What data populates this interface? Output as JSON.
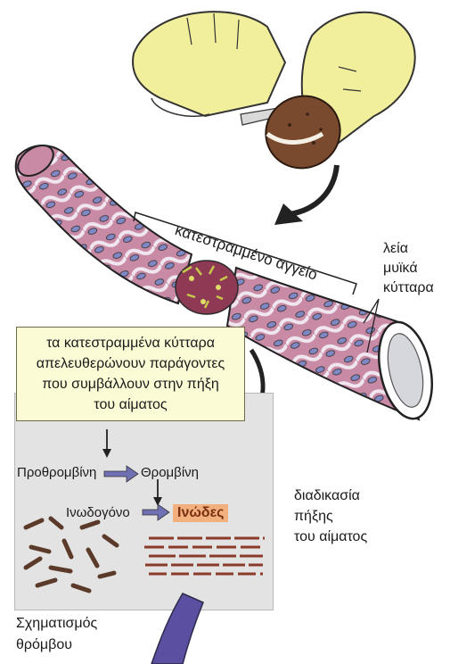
{
  "labels": {
    "damaged_vessel": "κατεστραμμένο αγγείο",
    "smooth_muscle_1": "λεία",
    "smooth_muscle_2": "μυϊκά",
    "smooth_muscle_3": "κύτταρα",
    "released_factors": "τα κατεστραμμένα κύτταρα\nαπελευθερώνουν παράγοντες\nπου συμβάλλουν στην πήξη\nτου αίματος",
    "prothrombin": "Προθρομβίνη",
    "thrombin": "Θρομβίνη",
    "fibrinogen": "Ινωδογόνο",
    "fibrin": "Ινώδες",
    "clotting_1": "διαδικασία",
    "clotting_2": "πήξης",
    "clotting_3": "του αίματος",
    "clot_1": "Σχηματισμός",
    "clot_2": "θρόμβου"
  },
  "colors": {
    "glove": "#f2ef9c",
    "potato": "#7a4a2e",
    "vessel_pink": "#c98aa6",
    "vessel_light": "#efe6ef",
    "nucleus": "#7f87c4",
    "note_bg": "#fbfbd6",
    "panel_bg": "#e3e3e3",
    "arrow_purple": "#6f6fb3",
    "fibrin_badge": "#f2b07e",
    "clot_tube": "#5a4fa0"
  }
}
